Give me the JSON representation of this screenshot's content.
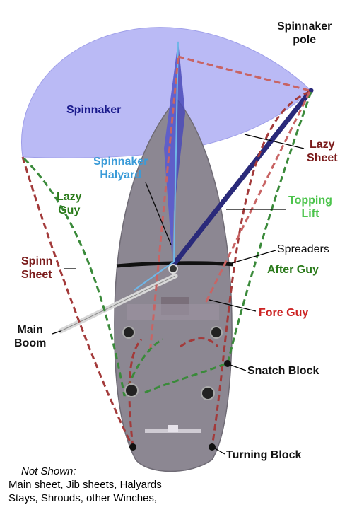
{
  "labels": {
    "spinnaker": "Spinnaker",
    "spinnaker_pole_1": "Spinnaker",
    "spinnaker_pole_2": "pole",
    "halyard_1": "Spinnaker",
    "halyard_2": "Halyard",
    "lazy_sheet_1": "Lazy",
    "lazy_sheet_2": "Sheet",
    "lazy_guy_1": "Lazy",
    "lazy_guy_2": "Guy",
    "topping_lift_1": "Topping",
    "topping_lift_2": "Lift",
    "spreaders": "Spreaders",
    "spinn_sheet_1": "Spinn",
    "spinn_sheet_2": "Sheet",
    "after_guy": "After Guy",
    "fore_guy": "Fore Guy",
    "main_boom_1": "Main",
    "main_boom_2": "Boom",
    "snatch_block": "Snatch Block",
    "turning_block": "Turning Block"
  },
  "note": {
    "heading": "Not Shown:",
    "line1": "Main sheet, Jib sheets, Halyards",
    "line2": "Stays, Shrouds, other Winches,"
  },
  "colors": {
    "sail": "#b7b7f5",
    "sail_dark": "#9a9ae8",
    "mainsail": "#5d5dcc",
    "hull": "#8c8792",
    "spinnaker_label": "#1a1a8c",
    "halyard_label": "#3a9bd8",
    "sheet_label": "#7a1a1a",
    "guy_label": "#2a7a1a",
    "topping_label": "#4cc44c",
    "fore_guy_label": "#cc2222",
    "sheet_line": "#a33a3a",
    "guy_line": "#3a8a3a",
    "pole": "#2a2a7a",
    "boom": "#d8d8d8"
  }
}
